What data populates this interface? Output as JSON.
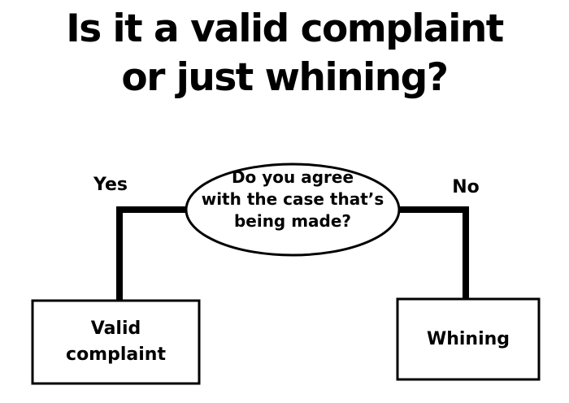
{
  "title": {
    "line1": "Is it a valid complaint",
    "line2": "or just whining?"
  },
  "question": {
    "line1": "Do you agree",
    "line2": "with the case that’s",
    "line3": "being made?"
  },
  "branches": {
    "yes_label": "Yes",
    "no_label": "No"
  },
  "outcomes": {
    "valid_line1": "Valid",
    "valid_line2": "complaint",
    "whining": "Whining"
  },
  "colors": {
    "stroke": "#000000",
    "background": "#ffffff"
  }
}
